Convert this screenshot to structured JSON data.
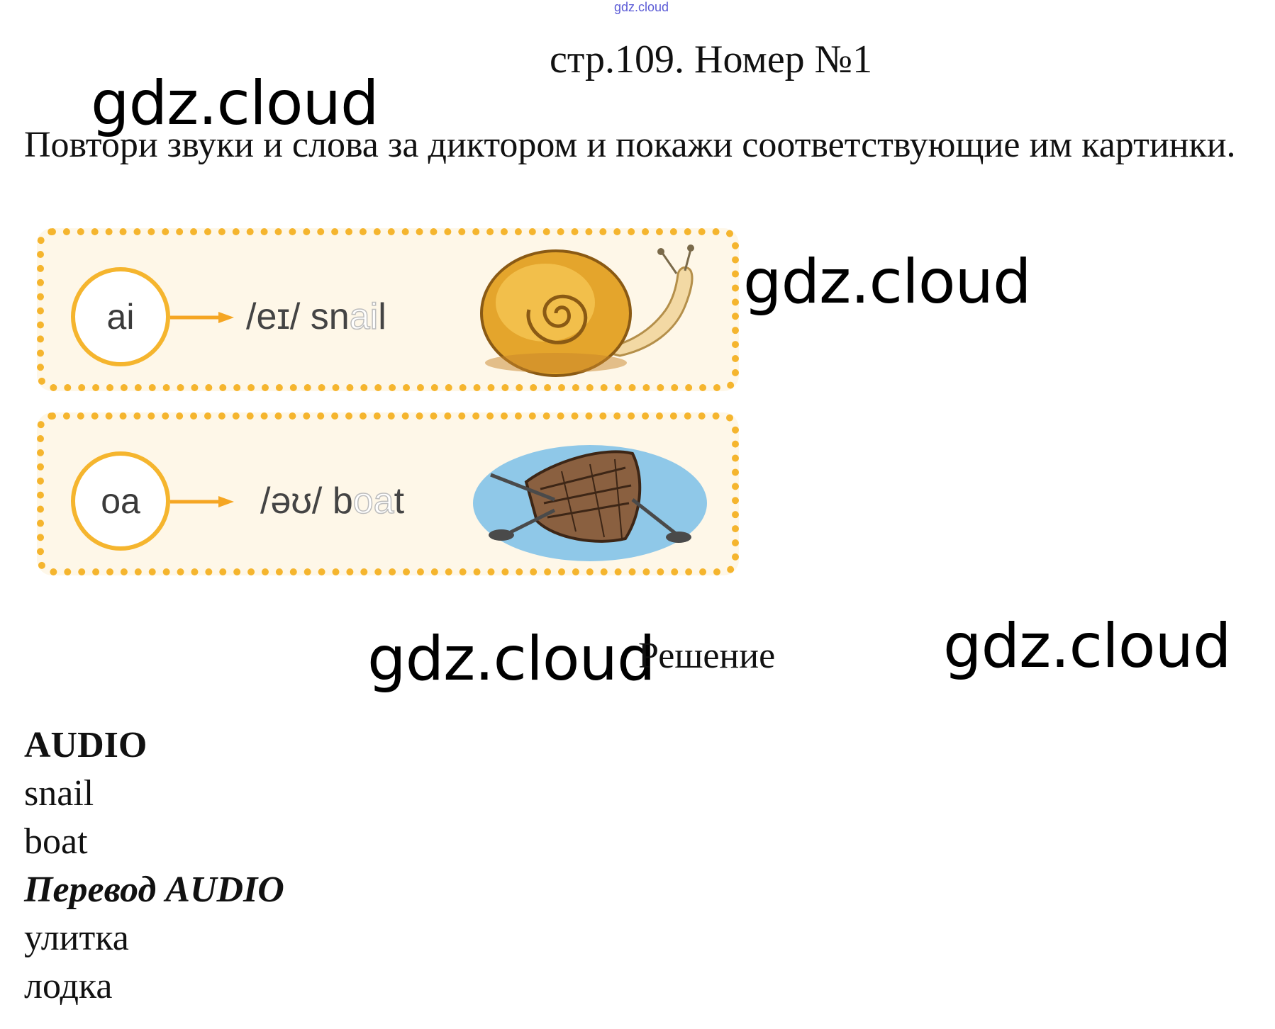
{
  "header": {
    "top_mark": "gdz.cloud",
    "title": "стр.109. Номер №1"
  },
  "watermarks": [
    "gdz.cloud",
    "gdz.cloud",
    "gdz.cloud",
    "gdz.cloud"
  ],
  "task": {
    "text": "Повтори звуки и слова за диктором и покажи соответствующие им картинки."
  },
  "cards": [
    {
      "sound": "ai",
      "transcription": "/eɪ/",
      "word_start": "sn",
      "word_highlight": "ai",
      "word_end": "l",
      "picture": "snail"
    },
    {
      "sound": "oa",
      "transcription": "/əʊ/",
      "word_start": "b",
      "word_highlight": "oa",
      "word_end": "t",
      "picture": "boat"
    }
  ],
  "solution": {
    "label": "Решение",
    "audio_heading": "AUDIO",
    "audio_words": [
      "snail",
      "boat"
    ],
    "translation_heading": "Перевод AUDIO",
    "translation_words": [
      "улитка",
      "лодка"
    ]
  },
  "colors": {
    "card_border": "#f5b52e",
    "card_fill": "#fef7e8",
    "water": "#8fc8e8"
  }
}
